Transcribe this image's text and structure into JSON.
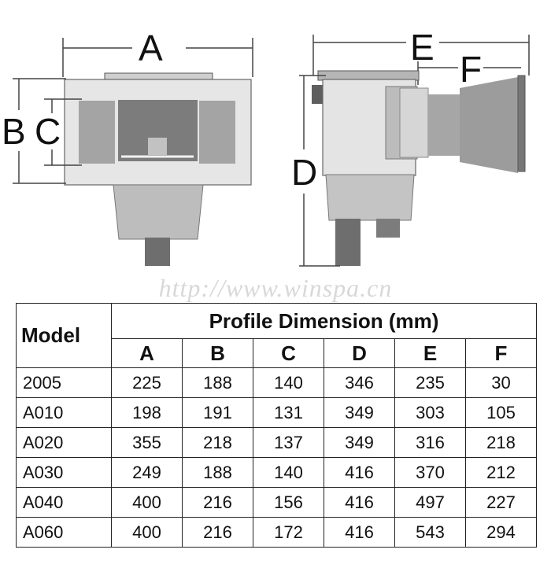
{
  "diagram": {
    "labels": {
      "a": "A",
      "b": "B",
      "c": "C",
      "d": "D",
      "e": "E",
      "f": "F"
    }
  },
  "watermark": "http://www.winspa.cn",
  "table": {
    "model_header": "Model",
    "group_header": "Profile Dimension (mm)",
    "columns": [
      "A",
      "B",
      "C",
      "D",
      "E",
      "F"
    ],
    "rows": [
      {
        "model": "2005",
        "values": [
          "225",
          "188",
          "140",
          "346",
          "235",
          "30"
        ]
      },
      {
        "model": "A010",
        "values": [
          "198",
          "191",
          "131",
          "349",
          "303",
          "105"
        ]
      },
      {
        "model": "A020",
        "values": [
          "355",
          "218",
          "137",
          "349",
          "316",
          "218"
        ]
      },
      {
        "model": "A030",
        "values": [
          "249",
          "188",
          "140",
          "416",
          "370",
          "212"
        ]
      },
      {
        "model": "A040",
        "values": [
          "400",
          "216",
          "156",
          "416",
          "497",
          "227"
        ]
      },
      {
        "model": "A060",
        "values": [
          "400",
          "216",
          "172",
          "416",
          "543",
          "294"
        ]
      }
    ]
  }
}
